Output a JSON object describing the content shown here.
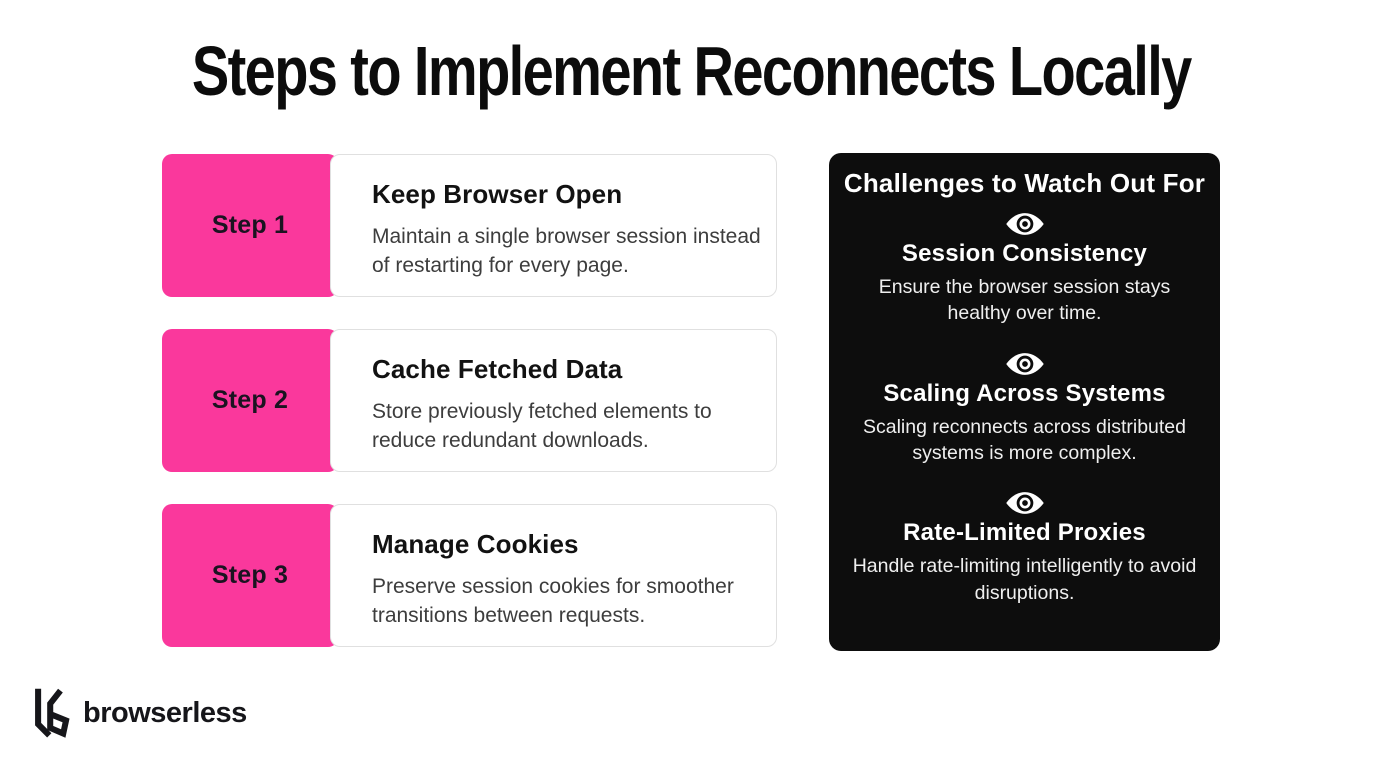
{
  "title": "Steps to Implement Reconnects Locally",
  "steps": [
    {
      "label": "Step 1",
      "title": "Keep Browser Open",
      "description": "Maintain a single browser session instead of restarting for every page."
    },
    {
      "label": "Step 2",
      "title": "Cache Fetched Data",
      "description": "Store previously fetched elements to reduce redundant downloads."
    },
    {
      "label": "Step 3",
      "title": "Manage Cookies",
      "description": "Preserve session cookies for smoother transitions between requests."
    }
  ],
  "challenges": {
    "heading": "Challenges to Watch Out For",
    "items": [
      {
        "icon": "eye-icon",
        "title": "Session Consistency",
        "description": "Ensure the browser session stays healthy over time."
      },
      {
        "icon": "eye-icon",
        "title": "Scaling Across Systems",
        "description": "Scaling reconnects across distributed systems is more complex."
      },
      {
        "icon": "eye-icon",
        "title": "Rate-Limited Proxies",
        "description": "Handle rate-limiting intelligently to avoid disruptions."
      }
    ]
  },
  "footer": {
    "logo_text": "browserless",
    "logo_icon": "browserless-b-icon"
  },
  "colors": {
    "accent_pink": "#FA389C",
    "panel_black": "#0D0D0D",
    "text_dark": "#141414",
    "card_border": "#E0E0E0"
  }
}
